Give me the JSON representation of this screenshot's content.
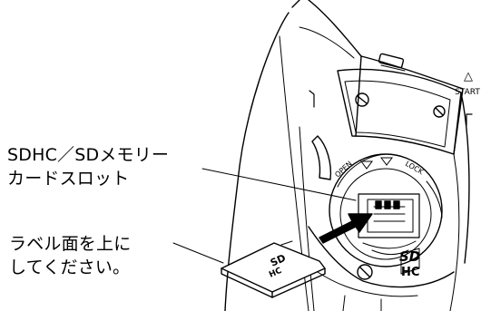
{
  "callouts": {
    "slot_line1": "SDHC／SDメモリー",
    "slot_line2": "カードスロット",
    "label_line1": "ラベル面を上に",
    "label_line2": "してください。"
  },
  "diagram": {
    "lock_ring_open": "OPEN",
    "lock_ring_lock": "LOCK",
    "start_label": "START",
    "start_arrow": "△",
    "card_logo_top": "SD",
    "card_logo_bottom": "HC",
    "camera_logo_top": "SD",
    "camera_logo_bottom": "HC"
  },
  "colors": {
    "line": "#000000",
    "background": "#ffffff"
  }
}
